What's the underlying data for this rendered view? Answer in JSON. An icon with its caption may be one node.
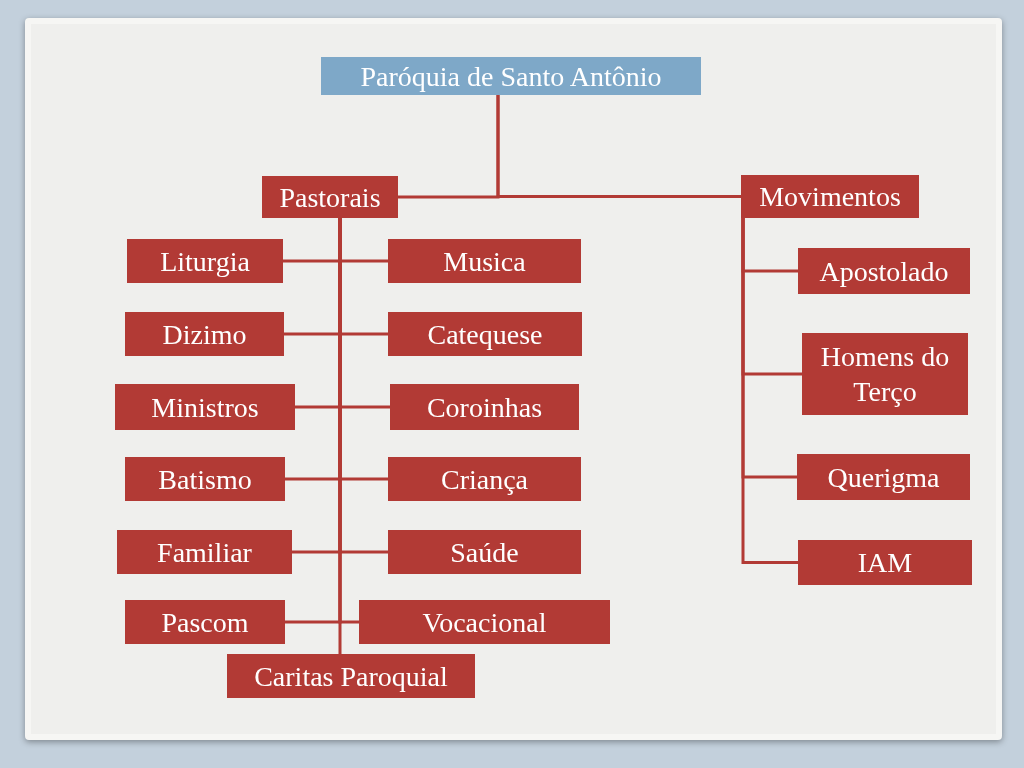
{
  "diagram": {
    "nodes": [
      {
        "text": [
          "Paróquia de Santo Antônio"
        ]
      },
      {
        "text": [
          "Pastorais"
        ]
      },
      {
        "text": [
          "Movimentos"
        ]
      },
      {
        "text": [
          "Liturgia"
        ]
      },
      {
        "text": [
          "Musica"
        ]
      },
      {
        "text": [
          "Dizimo"
        ]
      },
      {
        "text": [
          "Catequese"
        ]
      },
      {
        "text": [
          "Ministros"
        ]
      },
      {
        "text": [
          "Coroinhas"
        ]
      },
      {
        "text": [
          "Batismo"
        ]
      },
      {
        "text": [
          "Criança"
        ]
      },
      {
        "text": [
          "Familiar"
        ]
      },
      {
        "text": [
          "Saúde"
        ]
      },
      {
        "text": [
          "Pascom"
        ]
      },
      {
        "text": [
          "Vocacional"
        ]
      },
      {
        "text": [
          "Caritas Paroquial"
        ]
      },
      {
        "text": [
          "Apostolado"
        ]
      },
      {
        "text": [
          "Homens do Terço"
        ]
      },
      {
        "text": [
          "Querigma"
        ]
      },
      {
        "text": [
          "IAM"
        ]
      }
    ],
    "edges": [
      {
        "from": 0,
        "to": 1,
        "arrow": "none"
      },
      {
        "from": 0,
        "to": 2,
        "arrow": "none"
      },
      {
        "from": 1,
        "to": 3,
        "arrow": "none"
      },
      {
        "from": 1,
        "to": 4,
        "arrow": "none"
      },
      {
        "from": 1,
        "to": 5,
        "arrow": "none"
      },
      {
        "from": 1,
        "to": 6,
        "arrow": "none"
      },
      {
        "from": 1,
        "to": 7,
        "arrow": "none"
      },
      {
        "from": 1,
        "to": 8,
        "arrow": "none"
      },
      {
        "from": 1,
        "to": 9,
        "arrow": "none"
      },
      {
        "from": 1,
        "to": 10,
        "arrow": "none"
      },
      {
        "from": 1,
        "to": 11,
        "arrow": "none"
      },
      {
        "from": 1,
        "to": 12,
        "arrow": "none"
      },
      {
        "from": 1,
        "to": 13,
        "arrow": "none"
      },
      {
        "from": 1,
        "to": 14,
        "arrow": "none"
      },
      {
        "from": 1,
        "to": 15,
        "arrow": "none"
      },
      {
        "from": 2,
        "to": 16,
        "arrow": "none"
      },
      {
        "from": 2,
        "to": 17,
        "arrow": "none"
      },
      {
        "from": 2,
        "to": 18,
        "arrow": "none"
      },
      {
        "from": 2,
        "to": 19,
        "arrow": "none"
      }
    ]
  }
}
